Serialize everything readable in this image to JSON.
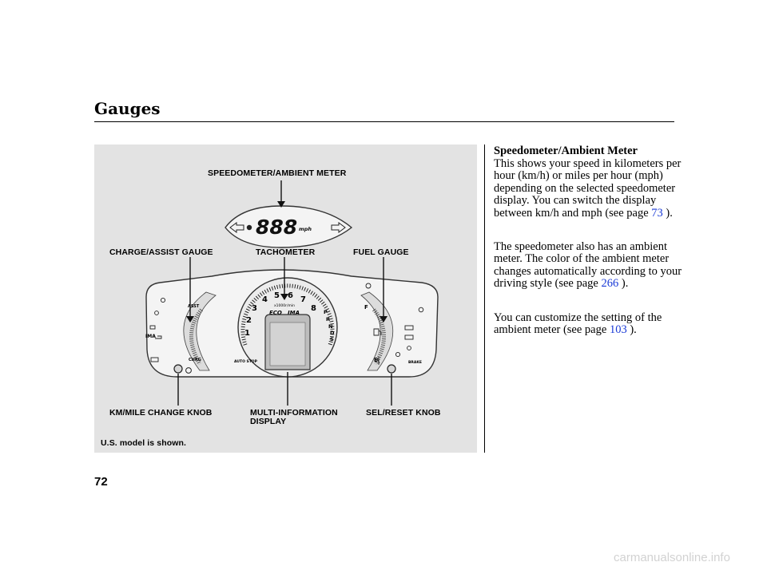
{
  "header": {
    "title": "Gauges"
  },
  "figure": {
    "labels": {
      "speedometer": "SPEEDOMETER/AMBIENT METER",
      "charge_assist": "CHARGE/ASSIST GAUGE",
      "tachometer": "TACHOMETER",
      "fuel_gauge": "FUEL GAUGE",
      "km_mile_knob": "KM/MILE CHANGE KNOB",
      "multi_info_line1": "MULTI-INFORMATION",
      "multi_info_line2": "DISPLAY",
      "sel_reset_knob": "SEL/RESET KNOB"
    },
    "caption": "U.S. model is shown.",
    "speed_readout": "888",
    "speed_unit": "mph",
    "tach_numbers": [
      "1",
      "2",
      "3",
      "4",
      "5",
      "6",
      "7",
      "8"
    ],
    "tach_unit": "x1000r/min",
    "gear_letters": [
      "P",
      "R",
      "N",
      "D",
      "S"
    ],
    "assist_label": "ASST",
    "charge_label": "CHRG",
    "fuel_full": "F",
    "fuel_empty": "E",
    "ima_label": "IMA",
    "brake_label": "BRAKE",
    "auto_stop_label": "AUTO STOP",
    "eco_label": "ECO"
  },
  "section": {
    "heading": "Speedometer/Ambient Meter",
    "p1_text": "This shows your speed in kilometers per hour (km/h) or miles per hour (mph) depending on the selected speedometer display. You can switch the display between km/h and mph (see page",
    "p1_link": "73",
    "p1_end": ").",
    "p2_text": "The speedometer also has an ambient meter. The color of the ambient meter changes automatically according to your driving style (see page",
    "p2_link": "266",
    "p2_end": ").",
    "p3_text": "You can customize the setting of the ambient meter (see page",
    "p3_link": "103",
    "p3_end": ")."
  },
  "footer": {
    "page_number": "72",
    "watermark": "carmanualsonline.info"
  }
}
